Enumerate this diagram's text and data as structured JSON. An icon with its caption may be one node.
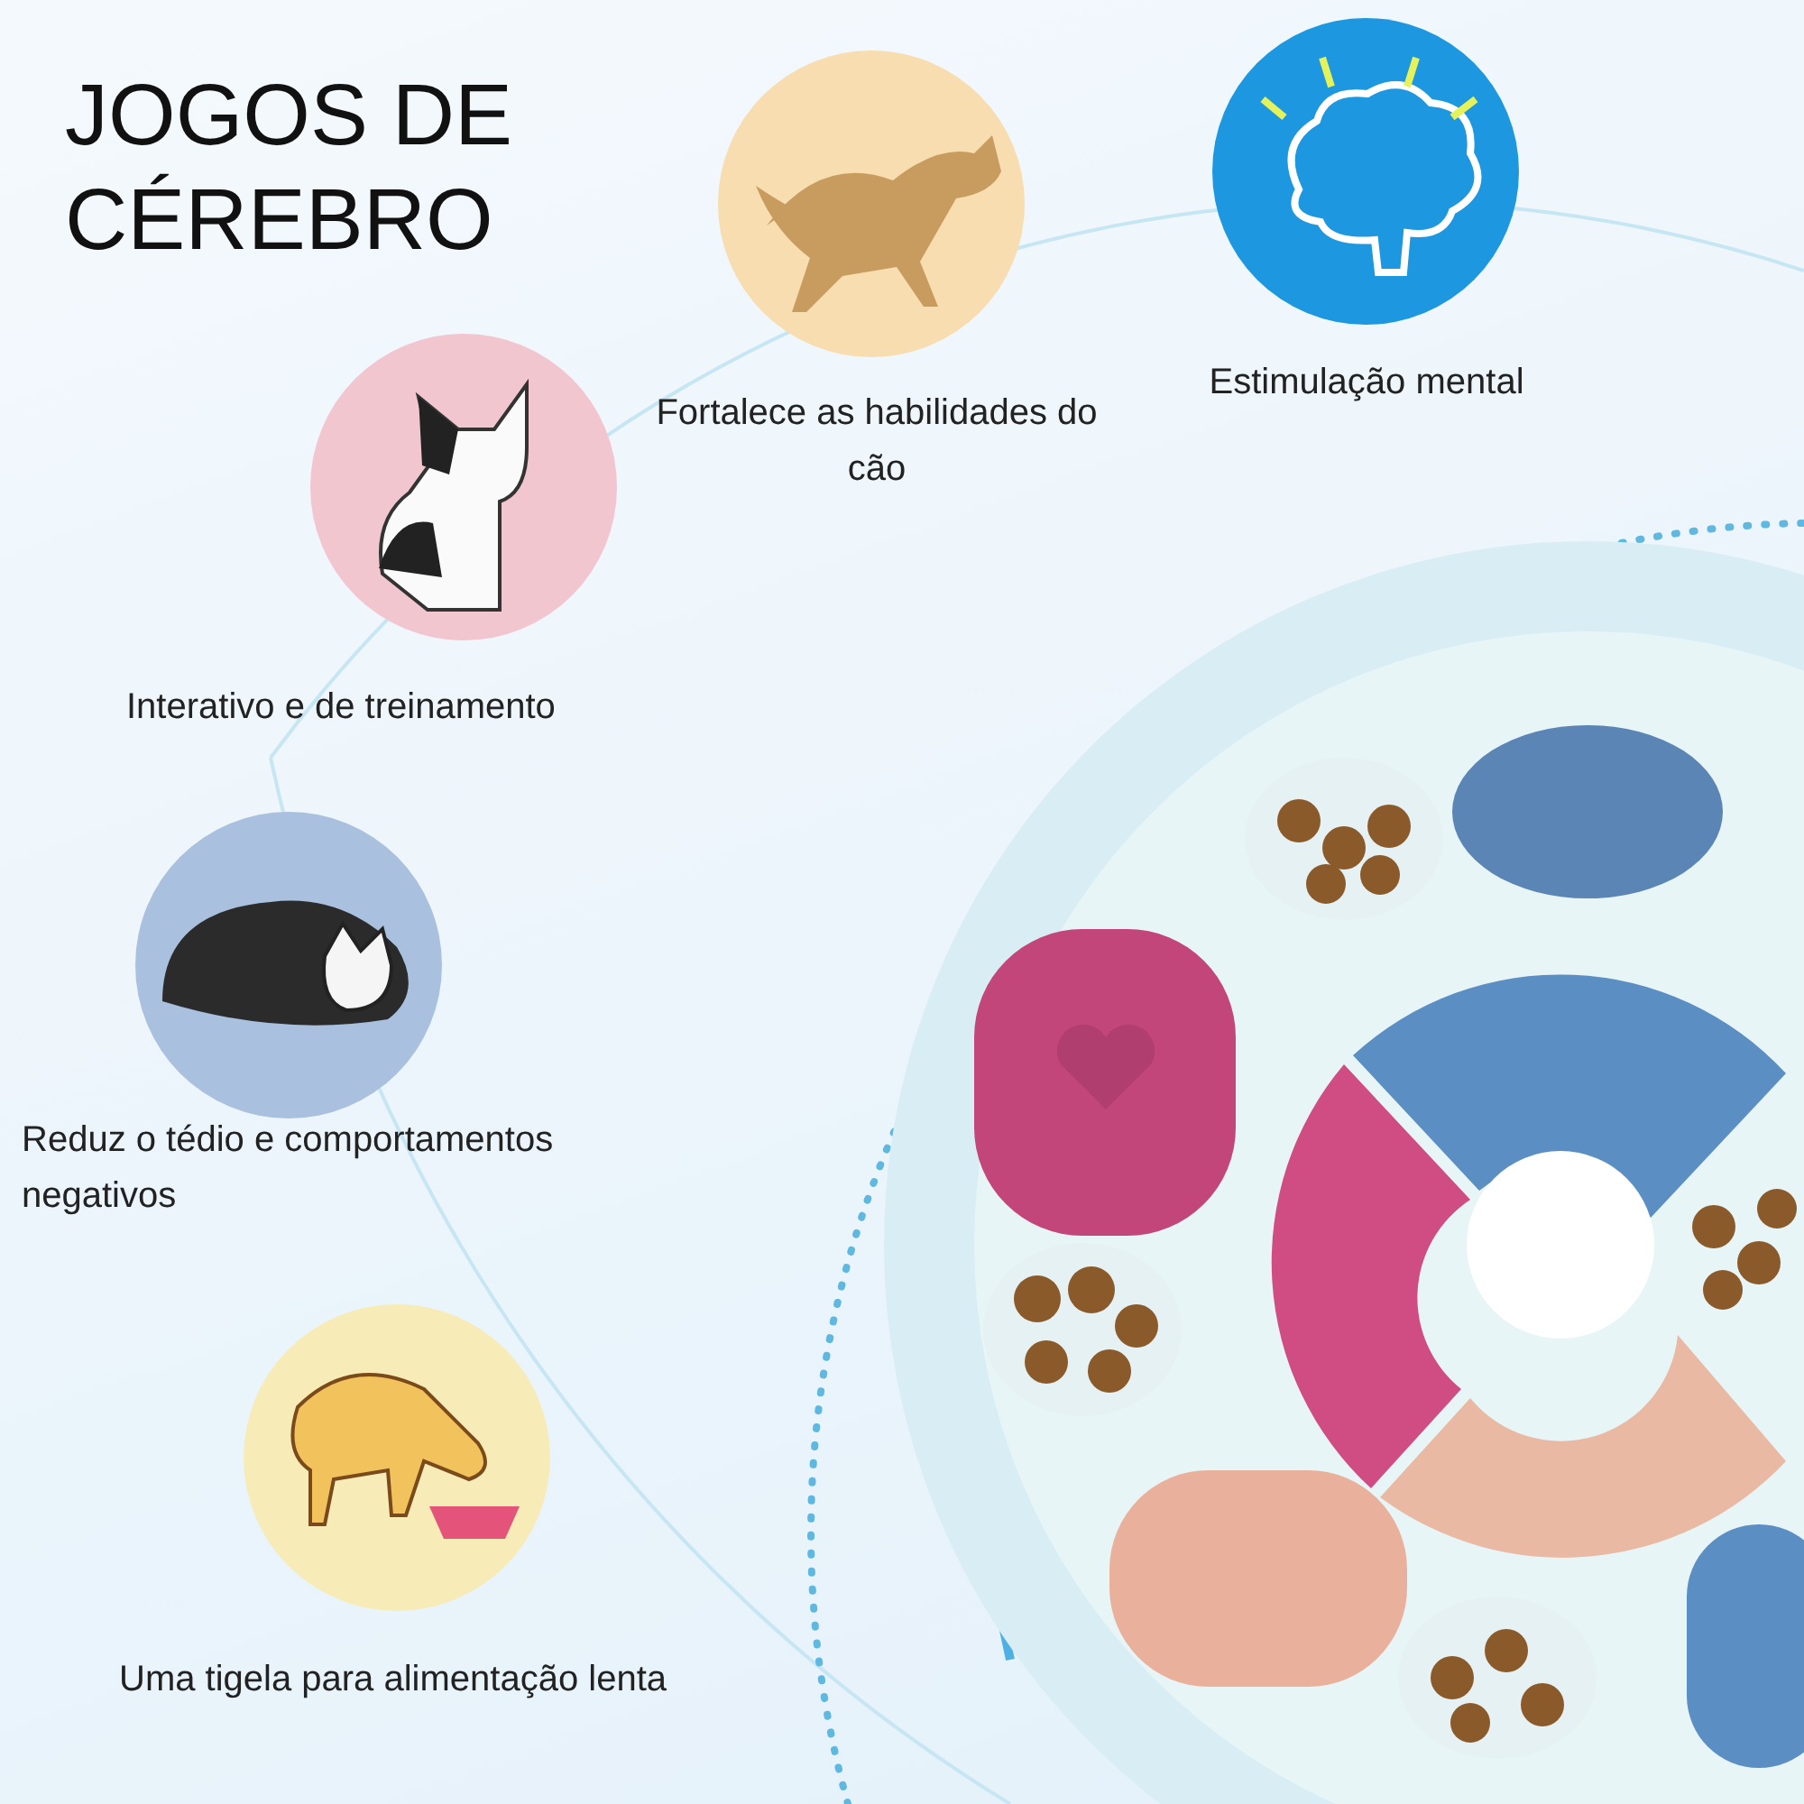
{
  "diagram": {
    "title": "JOGOS DE CÉREBRO",
    "labels": [
      "Fortalece as habilidades do cão",
      "Estimulação mental",
      "Interativo e de treinamento",
      "Reduz o tédio e comportamentos negativos",
      "Uma tigela para alimentação lenta"
    ]
  }
}
